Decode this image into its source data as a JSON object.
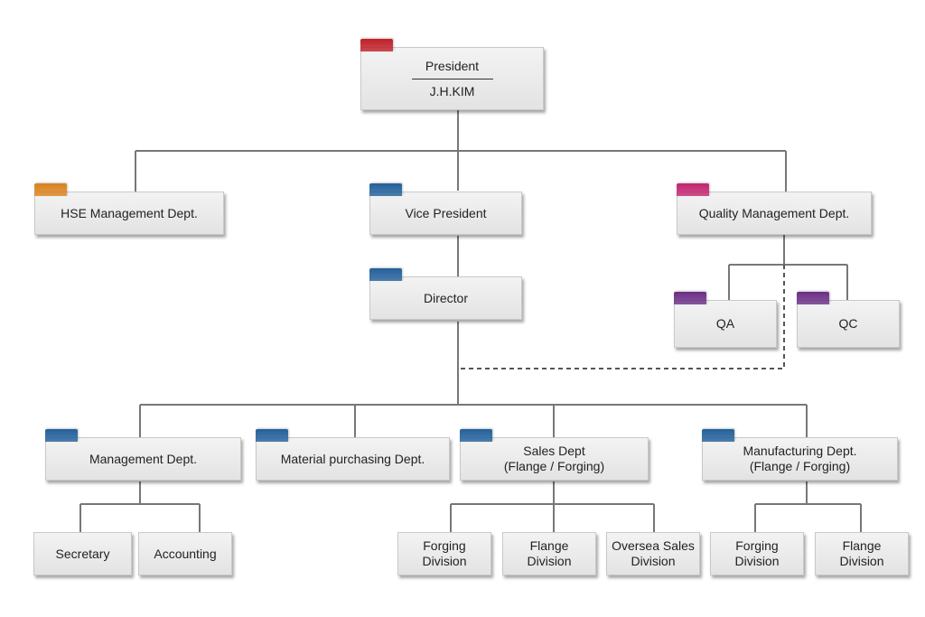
{
  "colors": {
    "red": "#c0202a",
    "orange": "#d9821f",
    "blue": "#22609a",
    "magenta": "#c2256e",
    "purple": "#6a2f86",
    "line": "#777777",
    "dashed": "#555555"
  },
  "nodes": {
    "president": {
      "title": "President",
      "name": "J.H.KIM",
      "tab_color": "red"
    },
    "hse": {
      "label": "HSE Management Dept.",
      "tab_color": "orange"
    },
    "vice_president": {
      "label": "Vice President",
      "tab_color": "blue"
    },
    "quality": {
      "label": "Quality Management Dept.",
      "tab_color": "magenta"
    },
    "director": {
      "label": "Director",
      "tab_color": "blue"
    },
    "qa": {
      "label": "QA",
      "tab_color": "purple"
    },
    "qc": {
      "label": "QC",
      "tab_color": "purple"
    },
    "management": {
      "label": "Management Dept.",
      "tab_color": "blue"
    },
    "material": {
      "label": "Material purchasing Dept.",
      "tab_color": "blue"
    },
    "sales": {
      "label": "Sales Dept\n(Flange / Forging)",
      "tab_color": "blue"
    },
    "manufacturing": {
      "label": "Manufacturing Dept.\n(Flange / Forging)",
      "tab_color": "blue"
    },
    "secretary": {
      "label": "Secretary"
    },
    "accounting": {
      "label": "Accounting"
    },
    "sales_forging": {
      "label": "Forging\nDivision"
    },
    "sales_flange": {
      "label": "Flange\nDivision"
    },
    "oversea": {
      "label": "Oversea Sales\nDivision"
    },
    "mfg_forging": {
      "label": "Forging\nDivision"
    },
    "mfg_flange": {
      "label": "Flange\nDivision"
    }
  }
}
